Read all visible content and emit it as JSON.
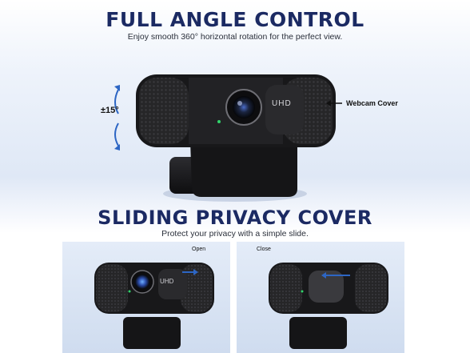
{
  "top": {
    "title": "FULL ANGLE CONTROL",
    "subtitle": "Enjoy smooth 360° horizontal rotation for the perfect view.",
    "tilt_label": "±15°",
    "cover_callout": "Webcam Cover",
    "lens_badge": "UHD"
  },
  "bottom": {
    "title": "SLIDING PRIVACY COVER",
    "subtitle": "Protect your privacy with a simple slide.",
    "open_label": "Open",
    "closed_label": "Close",
    "lens_badge": "UHD"
  },
  "colors": {
    "title": "#1b2a63",
    "arrow": "#2d66c4",
    "camera_body": "#1c1c1e",
    "panel": "#dbe5f4"
  }
}
